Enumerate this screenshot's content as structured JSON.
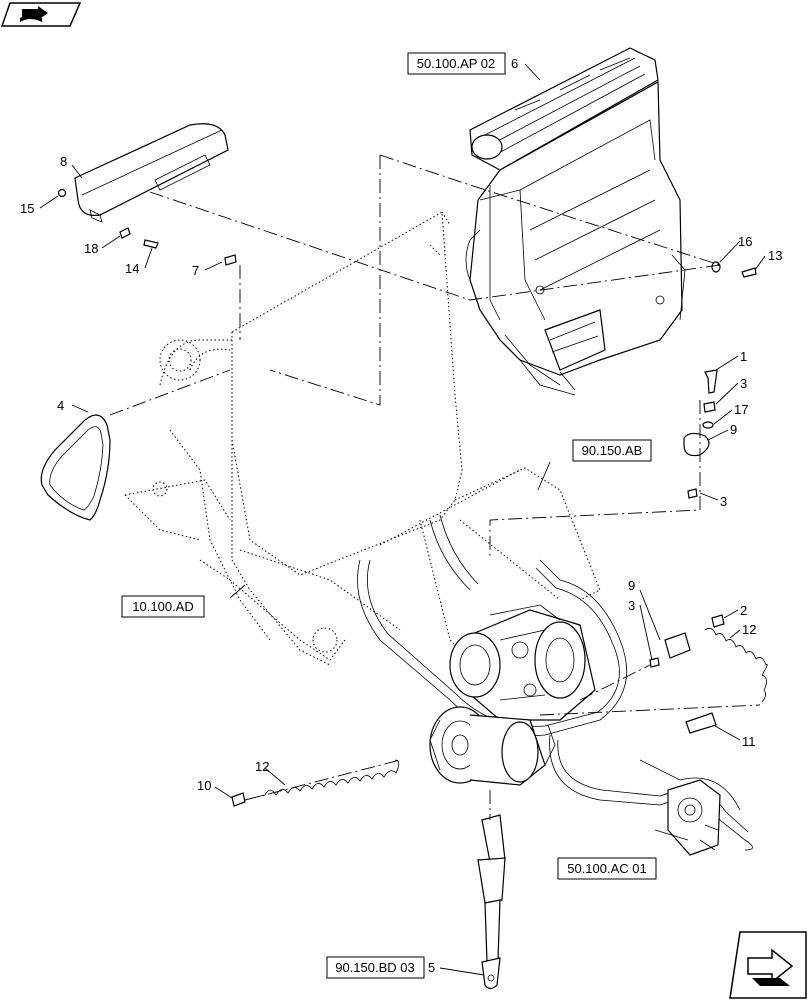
{
  "reference_boxes": {
    "ap02": "50.100.AP 02",
    "ab": "90.150.AB",
    "ad": "10.100.AD",
    "ac01": "50.100.AC 01",
    "bd03": "90.150.BD 03"
  },
  "callouts": {
    "c1": "1",
    "c2": "2",
    "c3a": "3",
    "c3b": "3",
    "c3c": "3",
    "c4": "4",
    "c5": "5",
    "c6": "6",
    "c7": "7",
    "c8": "8",
    "c9a": "9",
    "c9b": "9",
    "c10": "10",
    "c11": "11",
    "c12a": "12",
    "c12b": "12",
    "c13": "13",
    "c14": "14",
    "c15": "15",
    "c16": "16",
    "c17": "17",
    "c18": "18"
  },
  "icons": {
    "top_left": "book-arrow-icon",
    "bottom_right": "next-page-arrow-icon"
  }
}
